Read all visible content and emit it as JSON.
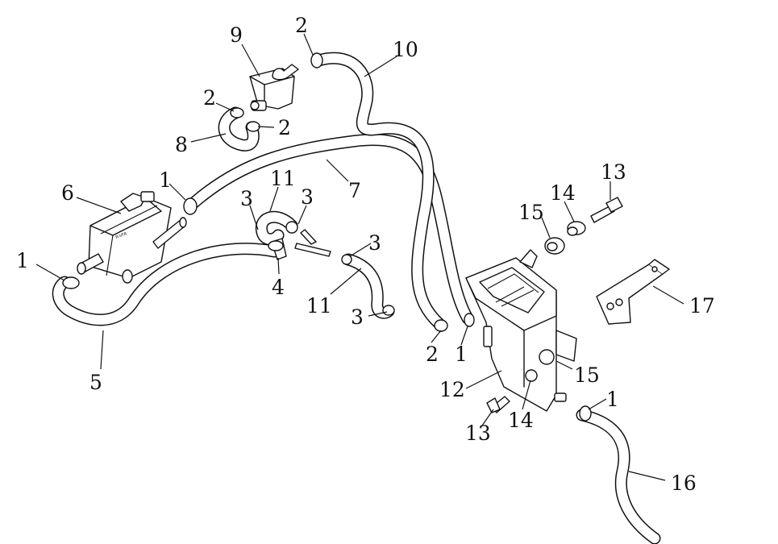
{
  "callouts": [
    {
      "id": "c2a",
      "text": "2"
    },
    {
      "id": "c9",
      "text": "9"
    },
    {
      "id": "c10",
      "text": "10"
    },
    {
      "id": "c2b",
      "text": "2"
    },
    {
      "id": "c2c",
      "text": "2"
    },
    {
      "id": "c8",
      "text": "8"
    },
    {
      "id": "c1a",
      "text": "1"
    },
    {
      "id": "c6",
      "text": "6"
    },
    {
      "id": "c11a",
      "text": "11"
    },
    {
      "id": "c3a",
      "text": "3"
    },
    {
      "id": "c3b",
      "text": "3"
    },
    {
      "id": "c7",
      "text": "7"
    },
    {
      "id": "c13a",
      "text": "13"
    },
    {
      "id": "c14a",
      "text": "14"
    },
    {
      "id": "c15a",
      "text": "15"
    },
    {
      "id": "c1b",
      "text": "1"
    },
    {
      "id": "c3c",
      "text": "3"
    },
    {
      "id": "c4",
      "text": "4"
    },
    {
      "id": "c11b",
      "text": "11"
    },
    {
      "id": "c3d",
      "text": "3"
    },
    {
      "id": "c17",
      "text": "17"
    },
    {
      "id": "c5",
      "text": "5"
    },
    {
      "id": "c2d",
      "text": "2"
    },
    {
      "id": "c1c",
      "text": "1"
    },
    {
      "id": "c15b",
      "text": "15"
    },
    {
      "id": "c12",
      "text": "12"
    },
    {
      "id": "c1d",
      "text": "1"
    },
    {
      "id": "c14b",
      "text": "14"
    },
    {
      "id": "c13b",
      "text": "13"
    },
    {
      "id": "c16",
      "text": "16"
    }
  ]
}
